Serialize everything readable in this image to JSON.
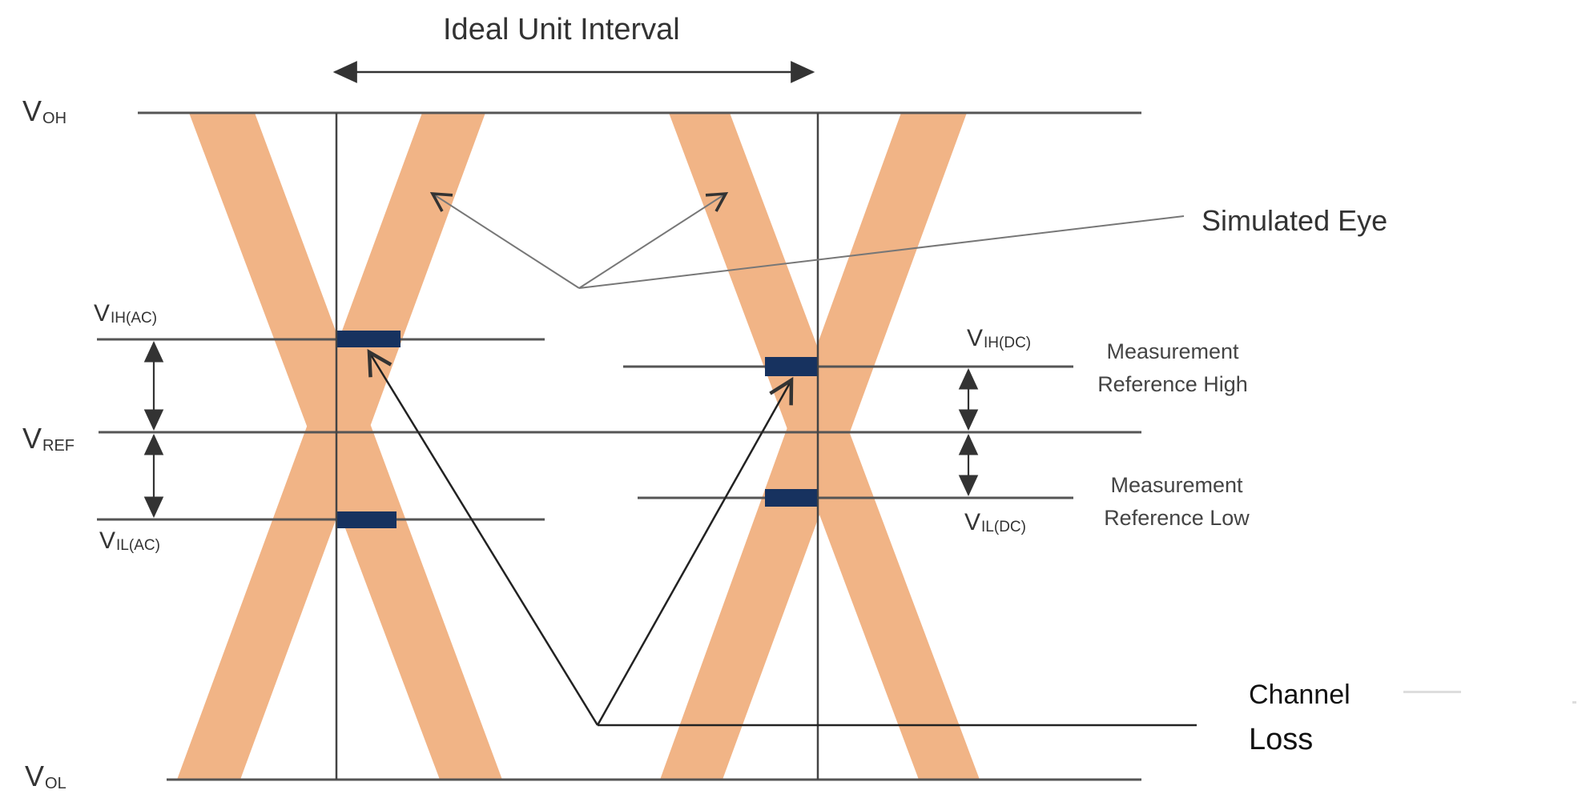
{
  "diagram": {
    "title": "Ideal Unit Interval",
    "levels": {
      "voh": {
        "main": "V",
        "sub": "OH"
      },
      "vref": {
        "main": "V",
        "sub": "REF"
      },
      "vol": {
        "main": "V",
        "sub": "OL"
      },
      "vih_ac": {
        "main": "V",
        "sub": "IH(AC)"
      },
      "vil_ac": {
        "main": "V",
        "sub": "IL(AC)"
      },
      "vih_dc": {
        "main": "V",
        "sub": "IH(DC)"
      },
      "vil_dc": {
        "main": "V",
        "sub": "IL(DC)"
      }
    },
    "callouts": {
      "simulated_eye": "Simulated Eye",
      "measurement_high": [
        "Measurement",
        "Reference High"
      ],
      "measurement_low": [
        "Measurement",
        "Reference Low"
      ],
      "channel_loss": [
        "Channel",
        "Loss"
      ]
    },
    "colors": {
      "eye_band": "#f1b486",
      "line": "#555555",
      "marker": "#17325f",
      "background": "#ffffff"
    }
  }
}
